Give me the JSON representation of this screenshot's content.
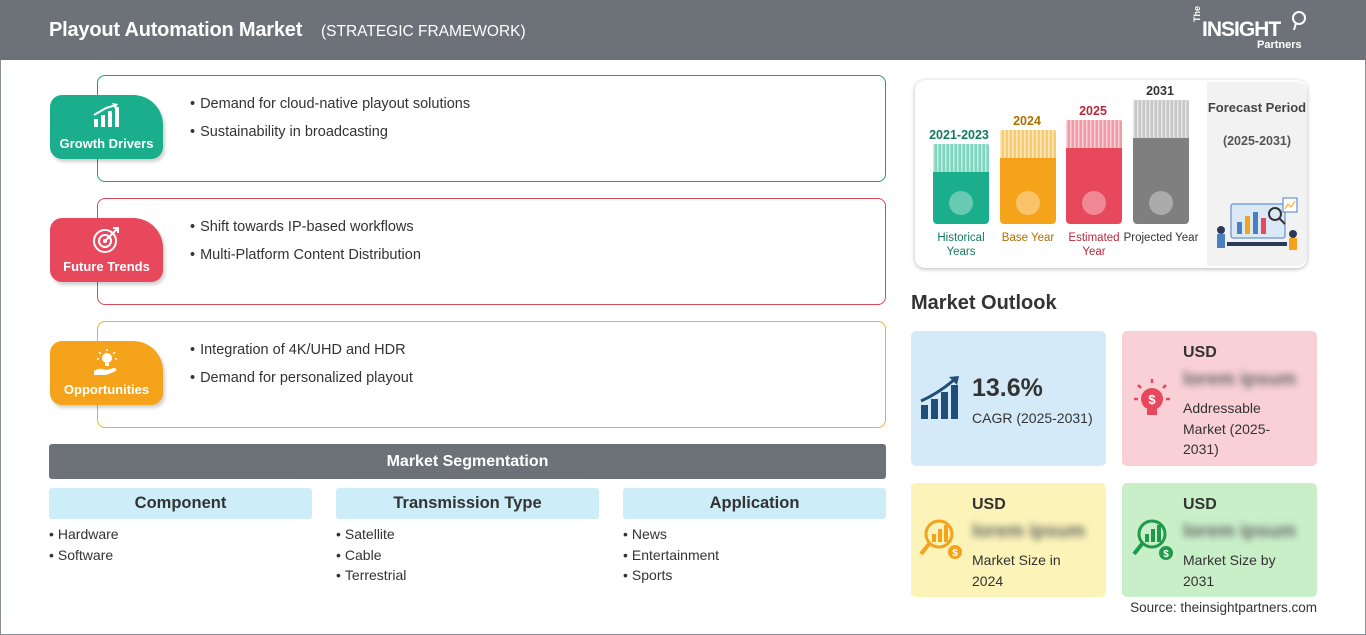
{
  "header": {
    "title": "Playout Automation Market",
    "subtitle": "(STRATEGIC FRAMEWORK)",
    "logo": {
      "the": "The",
      "insight": "INSIGHT",
      "partners": "Partners"
    }
  },
  "framework": [
    {
      "label": "Growth Drivers",
      "color": "#1aae8c",
      "border": "#1a9e7c",
      "icon": "growth-chart-icon",
      "items": [
        "Demand for cloud-native playout solutions",
        "Sustainability in broadcasting"
      ]
    },
    {
      "label": "Future Trends",
      "color": "#e8485c",
      "border": "#d8485a",
      "icon": "target-icon",
      "items": [
        "Shift towards IP-based workflows",
        "Multi-Platform Content Distribution"
      ]
    },
    {
      "label": "Opportunities",
      "color": "#f5a31a",
      "border": "#f0b020",
      "icon": "lightbulb-hand-icon",
      "items": [
        "Integration of 4K/UHD and HDR",
        "Demand for personalized playout"
      ]
    }
  ],
  "segmentation": {
    "title": "Market Segmentation",
    "columns": [
      {
        "title": "Component",
        "items": [
          "Hardware",
          "Software"
        ]
      },
      {
        "title": "Transmission Type",
        "items": [
          "Satellite",
          "Cable",
          "Terrestrial"
        ]
      },
      {
        "title": "Application",
        "items": [
          "News",
          "Entertainment",
          "Sports"
        ]
      }
    ]
  },
  "timeline": {
    "bars": [
      {
        "year": "2021-2023",
        "label": "Historical Years",
        "color": "#1aae8c",
        "text_color": "#127a62",
        "icon": "history-icon"
      },
      {
        "year": "2024",
        "label": "Base Year",
        "color": "#f5a31a",
        "text_color": "#b06e00",
        "icon": "calendar-icon"
      },
      {
        "year": "2025",
        "label": "Estimated Year",
        "color": "#e8485c",
        "text_color": "#b8283c",
        "icon": "estimate-icon"
      },
      {
        "year": "2031",
        "label": "Projected Year",
        "color": "#7f7f7f",
        "text_color": "#333333",
        "icon": "presentation-icon"
      }
    ],
    "forecast": {
      "title": "Forecast Period",
      "range": "(2025-2031)"
    }
  },
  "outlook": {
    "title": "Market Outlook",
    "cagr": {
      "value": "13.6%",
      "label": "CAGR (2025-2031)",
      "bg": "#d4eaf8"
    },
    "addressable": {
      "currency": "USD",
      "value": "lorem ipsum",
      "label": "Addressable Market (2025-2031)",
      "bg": "#f8d0d6"
    },
    "size_2024": {
      "currency": "USD",
      "value": "lorem ipsum",
      "label": "Market Size in 2024",
      "bg": "#fbf3b8"
    },
    "size_2031": {
      "currency": "USD",
      "value": "lorem ipsum",
      "label": "Market Size by 2031",
      "bg": "#c9efc9"
    }
  },
  "source": "Source: theinsightpartners.com"
}
